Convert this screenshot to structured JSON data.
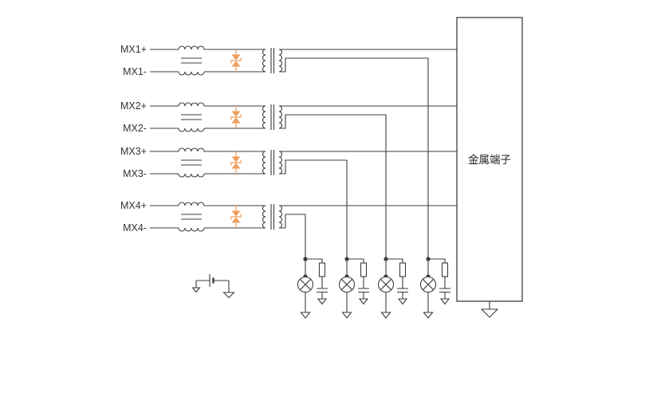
{
  "diagram": {
    "type": "circuit-schematic",
    "channels": [
      {
        "plus_label": "MX1+",
        "minus_label": "MX1-"
      },
      {
        "plus_label": "MX2+",
        "minus_label": "MX2-"
      },
      {
        "plus_label": "MX3+",
        "minus_label": "MX3-"
      },
      {
        "plus_label": "MX4+",
        "minus_label": "MX4-"
      }
    ],
    "terminal_box_label": "金属端子",
    "colors": {
      "wire": "#3d3d3d",
      "tvs_diode": "#EE9D5C",
      "background": "#ffffff"
    },
    "components": {
      "choke": "common-mode-choke",
      "tvs": "bidirectional-tvs-diode",
      "transformer": "isolation-transformer",
      "lamp": "indicator-lamp",
      "resistor": "resistor",
      "capacitor": "capacitor",
      "ground": "ground-symbol",
      "source": "dc-source"
    }
  }
}
